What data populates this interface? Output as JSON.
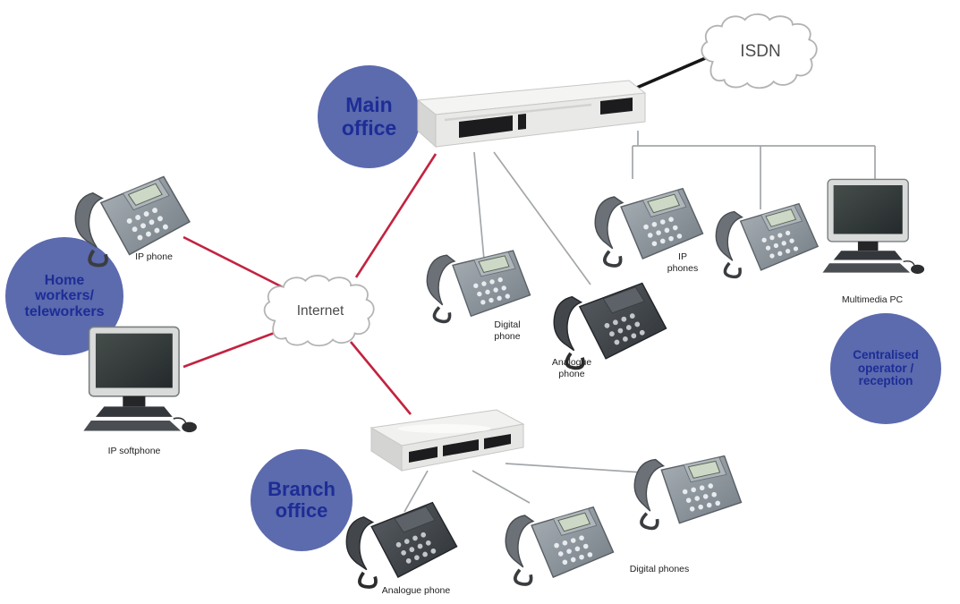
{
  "zones": {
    "main_office": {
      "label": "Main\noffice"
    },
    "branch_office": {
      "label": "Branch\noffice"
    },
    "home_workers": {
      "label": "Home\nworkers/\nteleworkers"
    },
    "centralised_operator": {
      "label": "Centralised\noperator /\nreception"
    }
  },
  "clouds": {
    "isdn": {
      "label": "ISDN"
    },
    "internet": {
      "label": "Internet"
    }
  },
  "labels": {
    "ip_phone": "IP phone",
    "digital_phone": "Digital\nphone",
    "analogue_phone": "Analogue\nphone",
    "ip_phones": "IP\nphones",
    "multimedia_pc": "Multimedia PC",
    "ip_softphone": "IP softphone",
    "analogue_phone_branch": "Analogue phone",
    "digital_phones_branch": "Digital phones"
  },
  "colors": {
    "zone_fill": "#5c6aae",
    "zone_text": "#1d2d96",
    "internet_link": "#c22340",
    "lan_link": "#a3a7aa",
    "isdn_link": "#161616",
    "background": "#ffffff"
  }
}
